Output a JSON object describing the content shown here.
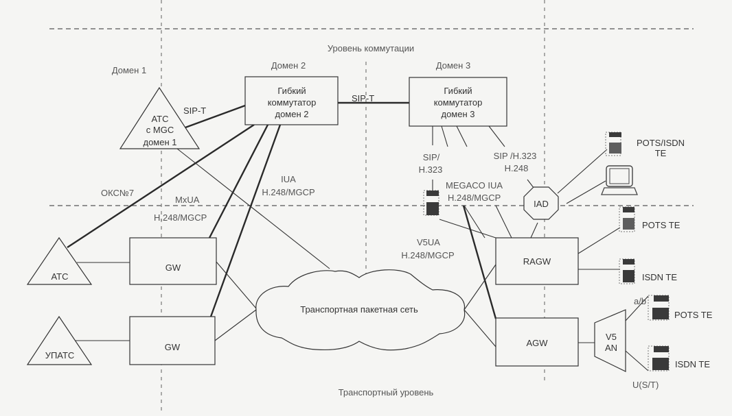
{
  "diagram": {
    "levels": {
      "switching": "Уровень коммутации",
      "transport": "Транспортный уровень"
    },
    "domains": {
      "d1": "Домен 1",
      "d2": "Домен 2",
      "d3": "Домен 3"
    },
    "nodes": {
      "atc_mgc": [
        "АТС",
        "с MGC",
        "домен 1"
      ],
      "softswitch2": [
        "Гибкий",
        "коммутатор",
        "домен 2"
      ],
      "softswitch3": [
        "Гибкий",
        "коммутатор",
        "домен 3"
      ],
      "atc": "АТС",
      "upatc": "УПАТС",
      "gw1": "GW",
      "gw2": "GW",
      "cloud": "Транспортная пакетная сеть",
      "ragw": "RAGW",
      "agw": "AGW",
      "iad": "IAD",
      "v5an": [
        "V5",
        "AN"
      ]
    },
    "protocols": {
      "sipt_left": "SIP-T",
      "sipt_mid": "SIP-T",
      "oks7": "ОКС№7",
      "mxua": [
        "MxUA",
        "H.248/MGCP"
      ],
      "iua": [
        "IUA",
        "H.248/MGCP"
      ],
      "sip_h323": [
        "SIP/",
        "H.323"
      ],
      "sip_h323_h248": [
        "SIP /H.323",
        "H.248"
      ],
      "megaco_iua": [
        "MEGACO IUA",
        "H.248/MGCP"
      ],
      "v5ua": [
        "V5UA",
        "H.248/MGCP"
      ],
      "ab": "a/b",
      "ust": "U(S/T)"
    },
    "terminals": {
      "pots_isdn": [
        "POTS/ISDN",
        "TE"
      ],
      "pots1": "POTS TE",
      "isdn1": "ISDN TE",
      "pots2": "POTS TE",
      "isdn2": "ISDN TE"
    }
  }
}
